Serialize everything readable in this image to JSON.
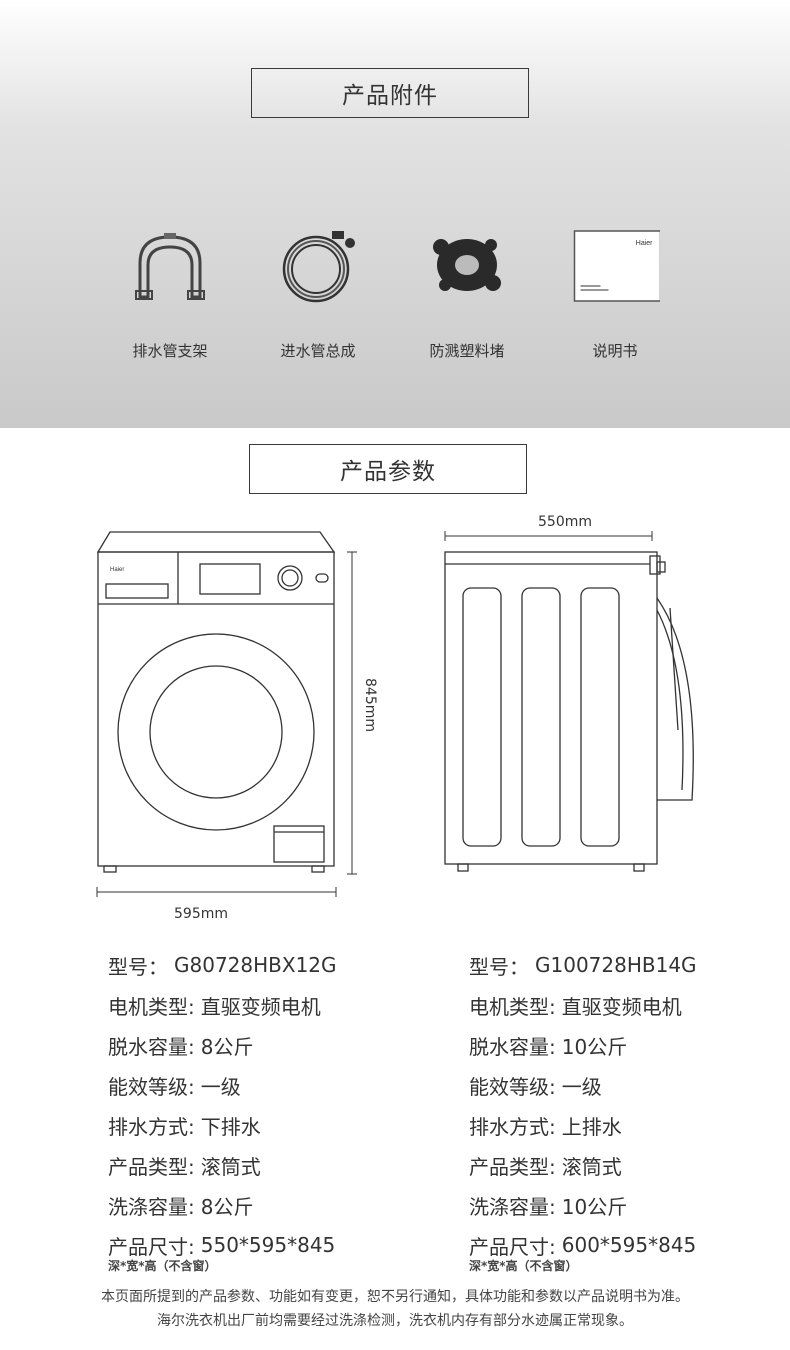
{
  "accessories": {
    "title": "产品附件",
    "items": [
      {
        "icon": "drain-bracket-icon",
        "label": "排水管支架"
      },
      {
        "icon": "inlet-hose-icon",
        "label": "进水管总成"
      },
      {
        "icon": "plastic-plug-icon",
        "label": "防溅塑料堵"
      },
      {
        "icon": "manual-icon",
        "label": "说明书",
        "brand": "Haier"
      }
    ]
  },
  "specs": {
    "title": "产品参数",
    "dims": {
      "depth": "550mm",
      "height": "845mm",
      "width": "595mm"
    },
    "front_brand": "Haier",
    "models": [
      {
        "rows": [
          {
            "k": "型号：",
            "v": "G80728HBX12G"
          },
          {
            "k": "电机类型:",
            "v": "直驱变频电机"
          },
          {
            "k": "脱水容量:",
            "v": "8公斤"
          },
          {
            "k": "能效等级:",
            "v": "一级"
          },
          {
            "k": "排水方式:",
            "v": "下排水"
          },
          {
            "k": "产品类型:",
            "v": "滚筒式"
          },
          {
            "k": "洗涤容量:",
            "v": "8公斤"
          },
          {
            "k": "产品尺寸:",
            "v": "550*595*845"
          }
        ],
        "note": "深*宽*高（不含窗）"
      },
      {
        "rows": [
          {
            "k": "型号：",
            "v": "G100728HB14G"
          },
          {
            "k": "电机类型:",
            "v": "直驱变频电机"
          },
          {
            "k": "脱水容量:",
            "v": "10公斤"
          },
          {
            "k": "能效等级:",
            "v": "一级"
          },
          {
            "k": "排水方式:",
            "v": "上排水"
          },
          {
            "k": "产品类型:",
            "v": "滚筒式"
          },
          {
            "k": "洗涤容量:",
            "v": "10公斤"
          },
          {
            "k": "产品尺寸:",
            "v": "600*595*845"
          }
        ],
        "note": "深*宽*高（不含窗）"
      }
    ]
  },
  "footer": {
    "line1": "本页面所提到的产品参数、功能如有变更，恕不另行通知，具体功能和参数以产品说明书为准。",
    "line2": "海尔洗衣机出厂前均需要经过洗涤检测，洗衣机内存有部分水迹属正常现象。"
  }
}
